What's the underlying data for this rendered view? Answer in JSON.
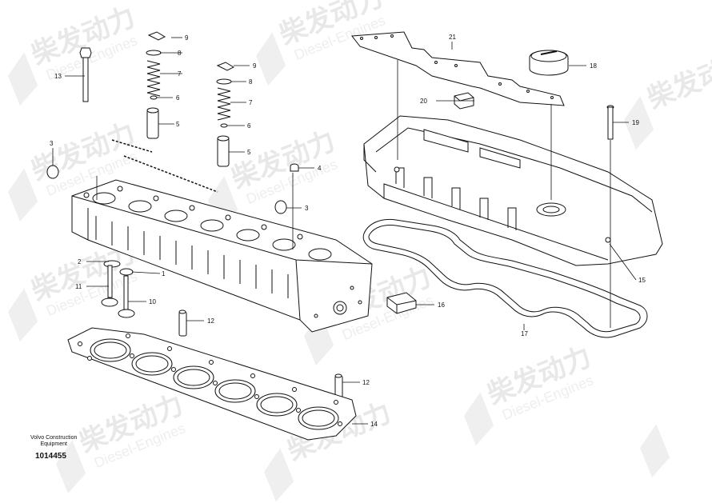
{
  "watermark": {
    "cn": "柴发动力",
    "en": "Diesel-Engines"
  },
  "callouts": [
    "1",
    "2",
    "3",
    "4",
    "5",
    "6",
    "7",
    "8",
    "9",
    "10",
    "11",
    "12",
    "13",
    "14",
    "15",
    "16",
    "17",
    "18",
    "19",
    "20",
    "21"
  ],
  "caption": {
    "line1": "Volvo Construction",
    "line2": "Equipment"
  },
  "drawing_number": "1014455"
}
